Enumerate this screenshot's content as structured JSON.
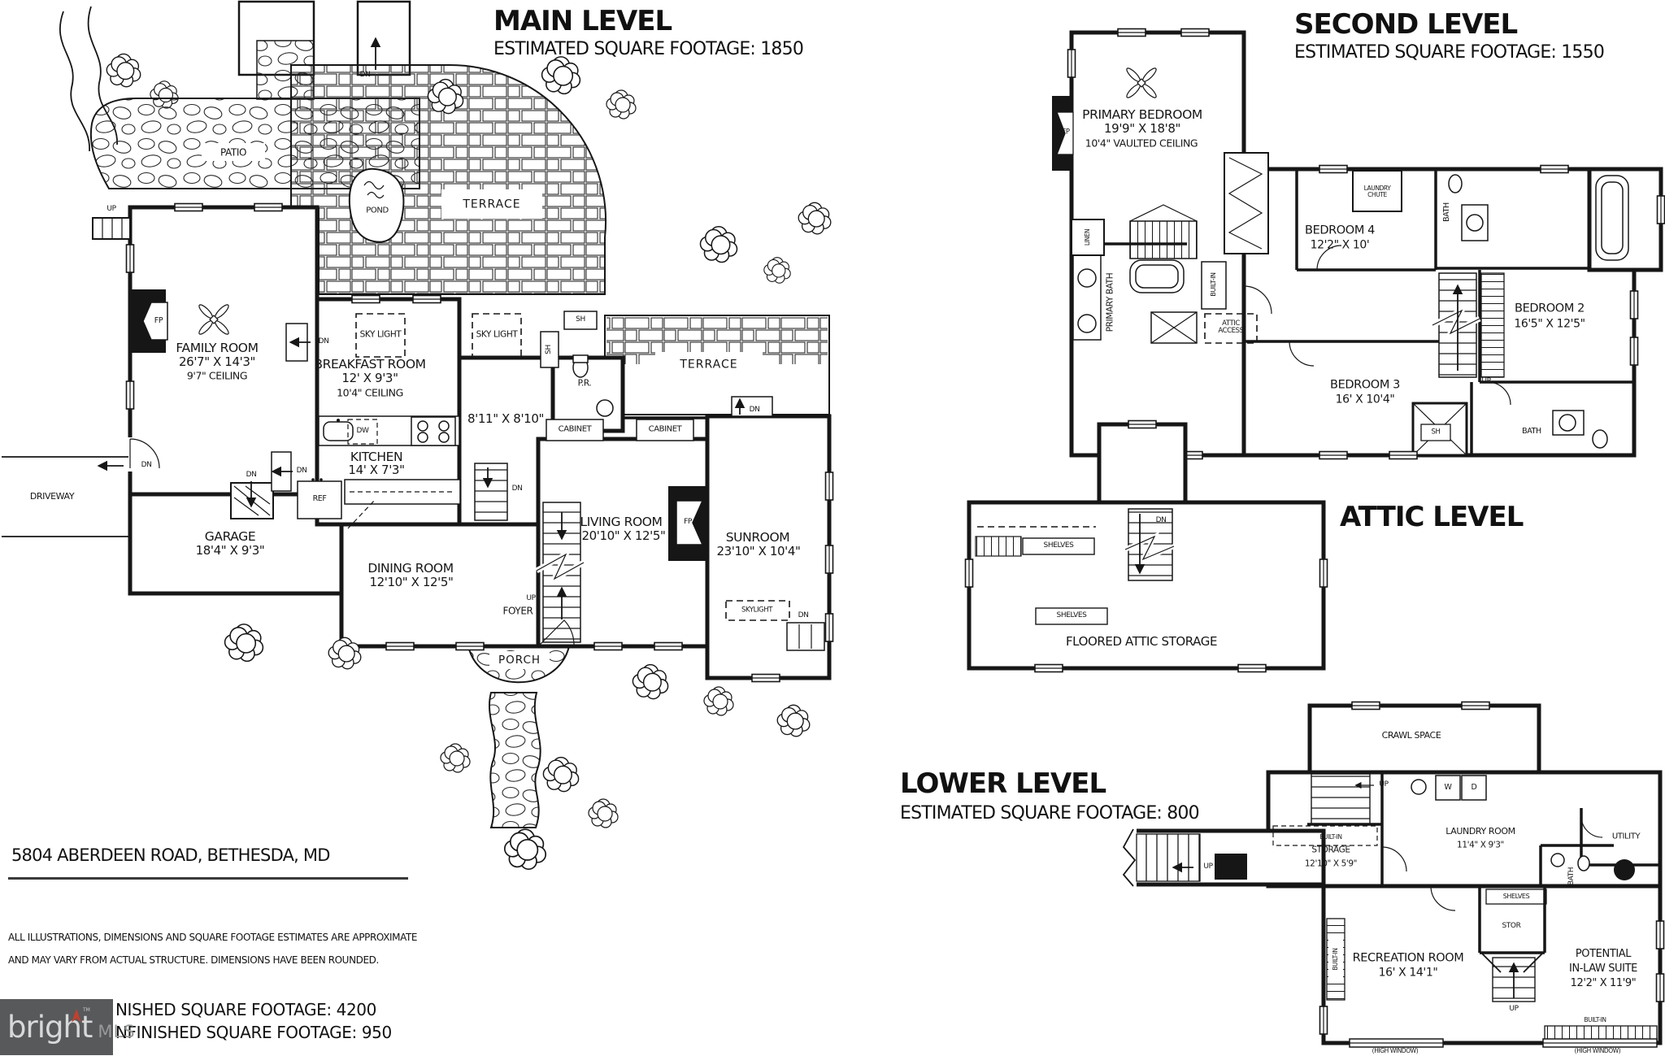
{
  "tokens": {
    "dn": "DN",
    "up": "UP",
    "sh": "SH",
    "fp": "FP",
    "ref": "REF",
    "dw": "DW",
    "w": "W",
    "d": "D",
    "pr": "P.R.",
    "cabinet": "CABINET",
    "sky_light": "SKY LIGHT",
    "skylight": "SKYLIGHT",
    "bath": "BATH",
    "shelves": "SHELVES",
    "built_in": "BUILT-IN",
    "linen": "LINEN",
    "stor": "STOR",
    "high_window": "(HIGH WINDOW)",
    "terrace": "TERRACE",
    "utility": "UTILITY",
    "attic_access": "ATTIC ACCESS",
    "laundry_chute": "LAUNDRY CHUTE",
    "crawl_space": "CRAWL SPACE",
    "pond": "POND",
    "patio": "PATIO",
    "porch": "PORCH",
    "foyer": "FOYER",
    "driveway": "DRIVEWAY"
  },
  "main": {
    "title": "MAIN LEVEL",
    "subtitle": "ESTIMATED SQUARE FOOTAGE: 1850",
    "rooms": {
      "family": {
        "name": "FAMILY ROOM",
        "dims": "26'7\" X 14'3\"",
        "ceiling": "9'7\" CEILING"
      },
      "breakfast": {
        "name": "BREAKFAST ROOM",
        "dims": "12' X 9'3\"",
        "ceiling": "10'4\" CEILING"
      },
      "kitchen": {
        "name": "KITCHEN",
        "dims": "14' X 7'3\""
      },
      "rear_hall": {
        "dims": "8'11\" X 8'10\""
      },
      "dining": {
        "name": "DINING ROOM",
        "dims": "12'10\" X 12'5\""
      },
      "living": {
        "name": "LIVING ROOM",
        "dims": "20'10\" X 12'5\""
      },
      "sunroom": {
        "name": "SUNROOM",
        "dims": "23'10\" X 10'4\""
      },
      "garage": {
        "name": "GARAGE",
        "dims": "18'4\" X 9'3\""
      }
    }
  },
  "second": {
    "title": "SECOND LEVEL",
    "subtitle": "ESTIMATED SQUARE FOOTAGE: 1550",
    "rooms": {
      "primary": {
        "name": "PRIMARY BEDROOM",
        "dims": "19'9\" X 18'8\"",
        "ceiling": "10'4\" VAULTED CEILING"
      },
      "bedroom4": {
        "name": "BEDROOM 4",
        "dims": "12'2\" X 10'"
      },
      "bedroom2": {
        "name": "BEDROOM 2",
        "dims": "16'5\" X 12'5\""
      },
      "bedroom3": {
        "name": "BEDROOM 3",
        "dims": "16' X 10'4\""
      },
      "primary_bath": "PRIMARY BATH"
    }
  },
  "attic": {
    "title": "ATTIC LEVEL",
    "storage": "FLOORED ATTIC STORAGE"
  },
  "lower": {
    "title": "LOWER LEVEL",
    "subtitle": "ESTIMATED SQUARE FOOTAGE: 800",
    "rooms": {
      "laundry": {
        "name": "LAUNDRY ROOM",
        "dims": "11'4\" X 9'3\""
      },
      "storage": {
        "line1": "BUILT-IN",
        "line2": "STORAGE",
        "dims": "12'10\" X 5'9\""
      },
      "rec": {
        "name": "RECREATION ROOM",
        "dims": "16' X 14'1\""
      },
      "inlaw": {
        "line1": "POTENTIAL",
        "line2": "IN-LAW SUITE",
        "dims": "12'2\" X 11'9\""
      }
    }
  },
  "footer": {
    "address": "5804 ABERDEEN ROAD, BETHESDA, MD",
    "disclaimer1": "ALL ILLUSTRATIONS, DIMENSIONS AND SQUARE FOOTAGE ESTIMATES ARE APPROXIMATE",
    "disclaimer2": "AND MAY VARY FROM ACTUAL STRUCTURE. DIMENSIONS HAVE BEEN ROUNDED.",
    "finished": "NISHED SQUARE FOOTAGE: 4200",
    "unfinished": "NFINISHED SQUARE FOOTAGE: 950"
  },
  "logo": {
    "brand": "bright",
    "suffix": "MLS",
    "tm": "TM",
    "bg": "#58595b",
    "brand_color": "#d7d8d9",
    "suffix_color": "#97999b",
    "tick_color": "#c2402e"
  }
}
